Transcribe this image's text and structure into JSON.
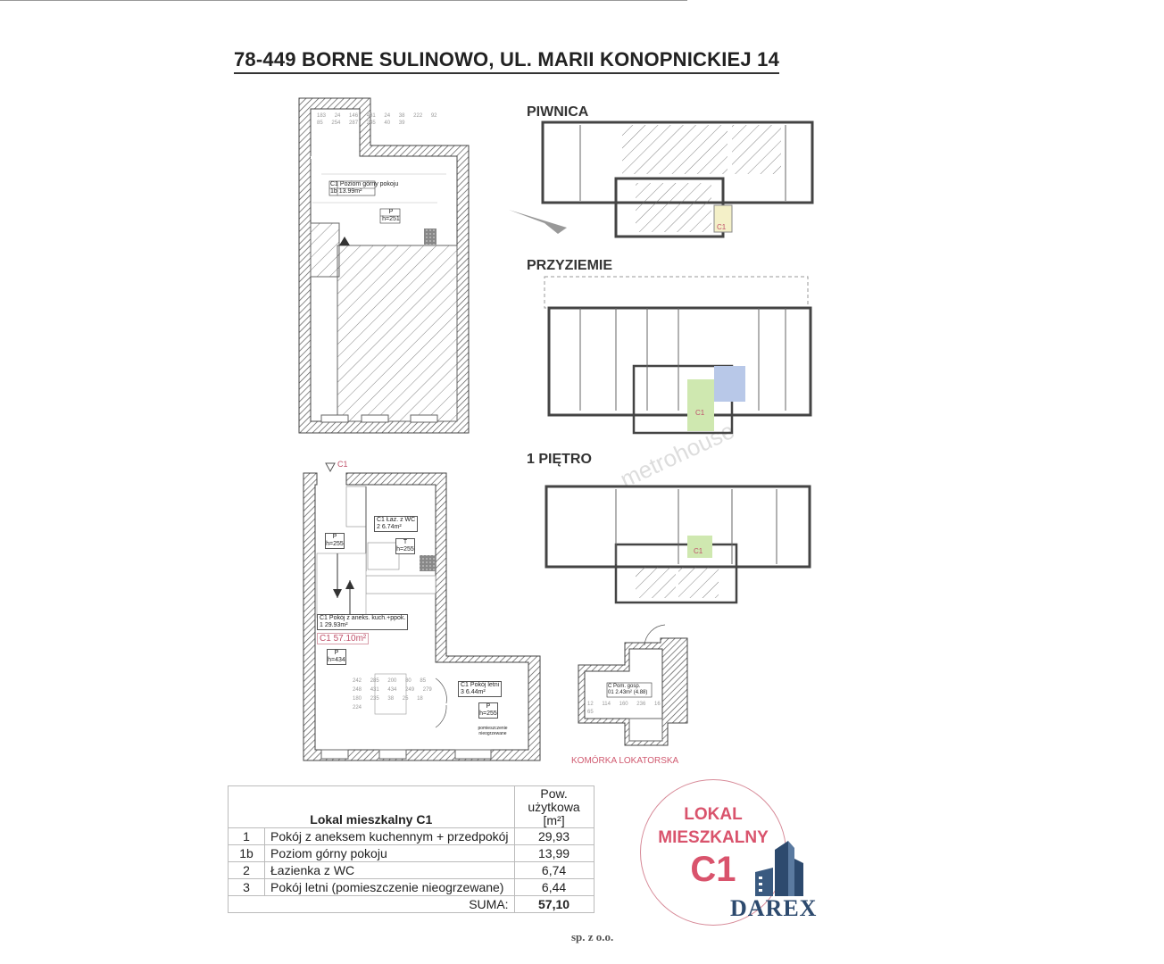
{
  "title": "78-449 BORNE SULINOWO, UL. MARII KONOPNICKIEJ 14",
  "watermark": "metrohouse",
  "floors": {
    "piwnica": "PIWNICA",
    "przyziemie": "PRZYZIEMIE",
    "pietro": "1 PIĘTRO",
    "unit_marker": "C1"
  },
  "upper_plan": {
    "room_code": "C1",
    "room_name": "Poziom górny pokoju",
    "room_no": "1b",
    "room_area": "13.99m²",
    "floor_tag": "P",
    "height": "h=251",
    "dims": [
      "183",
      "24",
      "146",
      "431",
      "24",
      "38",
      "222",
      "92",
      "85",
      "254",
      "287",
      "245",
      "40",
      "39"
    ]
  },
  "lower_plan": {
    "entrance": "C1",
    "bath": {
      "code": "C1",
      "name": "Łaz. z WC",
      "no": "2",
      "area": "6.74m²",
      "tag": "T",
      "height": "h=255"
    },
    "hall": {
      "tag": "P",
      "height": "h=255"
    },
    "living": {
      "code": "C1",
      "name": "Pokój z aneks. kuch.+ppok.",
      "no": "1",
      "area": "29.93m²",
      "tag": "P",
      "height": "h=434"
    },
    "total": {
      "code": "C1",
      "area": "57.10m²"
    },
    "summer": {
      "code": "C1",
      "name": "Pokój letni",
      "no": "3",
      "area": "6.44m²",
      "tag": "P",
      "height": "h=255",
      "note": "pomieszczenie nieogrzewane"
    },
    "dims": [
      "242",
      "285",
      "200",
      "80",
      "85",
      "248",
      "431",
      "434",
      "249",
      "279",
      "180",
      "235",
      "38",
      "25",
      "18",
      "224"
    ]
  },
  "storage": {
    "code": "C",
    "name": "Pom. gosp.",
    "no": "01",
    "area": "2.43m² (4.88)",
    "dims": [
      "12",
      "114",
      "160",
      "236",
      "16",
      "65"
    ],
    "label": "KOMÓRKA LOKATORSKA"
  },
  "table": {
    "header_name": "Lokal mieszkalny C1",
    "header_area": "Pow. użytkowa [m²]",
    "rows": [
      {
        "no": "1",
        "name": "Pokój z aneksem kuchennym + przedpokój",
        "area": "29,93"
      },
      {
        "no": "1b",
        "name": "Poziom górny pokoju",
        "area": "13,99"
      },
      {
        "no": "2",
        "name": "Łazienka z WC",
        "area": "6,74"
      },
      {
        "no": "3",
        "name": "Pokój letni (pomieszczenie nieogrzewane)",
        "area": "6,44"
      }
    ],
    "sum_label": "SUMA:",
    "sum_value": "57,10"
  },
  "stamp": {
    "line1": "LOKAL",
    "line2": "MIESZKALNY",
    "line3": "C1"
  },
  "logo": {
    "name": "DAREX",
    "sub": "sp. z o.o."
  },
  "colors": {
    "stamp": "#d9536c",
    "logo": "#2d4a6e",
    "highlight_green": "#cfe8b0",
    "highlight_blue": "#b8c8e8"
  }
}
